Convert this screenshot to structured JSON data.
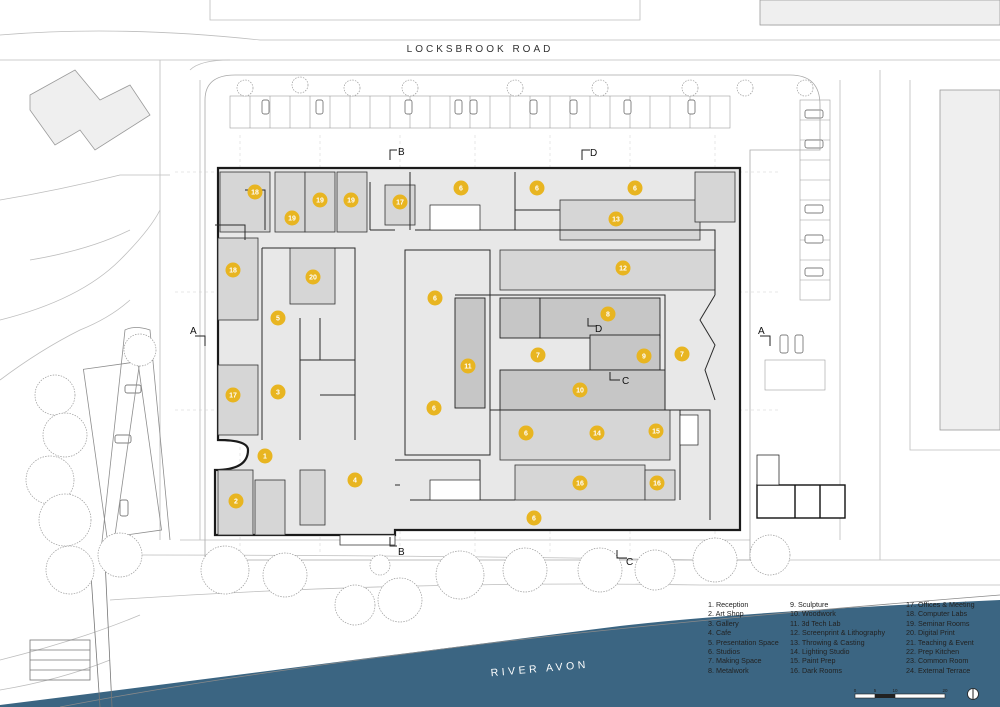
{
  "labels": {
    "road": "LOCKSBROOK ROAD",
    "river": "RIVER AVON"
  },
  "section_markers": {
    "a_left": "A",
    "a_right": "A",
    "b_top": "B",
    "b_bottom": "B",
    "c_mid": "C",
    "c_bottom": "C",
    "d_top": "D",
    "d_mid": "D"
  },
  "room_numbers": [
    "1",
    "2",
    "3",
    "4",
    "5",
    "6",
    "7",
    "8",
    "9",
    "10",
    "11",
    "12",
    "13",
    "14",
    "15",
    "16",
    "17",
    "18",
    "19",
    "20"
  ],
  "legend": {
    "col1": [
      "1. Reception",
      "2. Art Shop",
      "3. Gallery",
      "4. Cafe",
      "5. Presentation Space",
      "6. Studios",
      "7. Making Space",
      "8. Metalwork"
    ],
    "col2": [
      "9. Sculpture",
      "10. Woodwork",
      "11. 3d Tech Lab",
      "12. Screenprint & Lithography",
      "13. Throwing & Casting",
      "14. Lighting Studio",
      "15. Paint Prep",
      "16. Dark Rooms"
    ],
    "col3": [
      "17. Offices & Meeting",
      "18. Computer Labs",
      "19. Seminar Rooms",
      "20. Digital Print",
      "21. Teaching & Event",
      "22. Prep Kitchen",
      "23. Common Room",
      "24. External Terrace"
    ]
  },
  "scale_bar": {
    "ticks": [
      "0",
      "5",
      "10",
      "20"
    ]
  },
  "colors": {
    "river": "#3b6582",
    "room_marker": "#e8b521",
    "building_fill": "#e8e8e8",
    "room_dark": "#c6c6c6",
    "room_mid": "#d6d6d6"
  }
}
